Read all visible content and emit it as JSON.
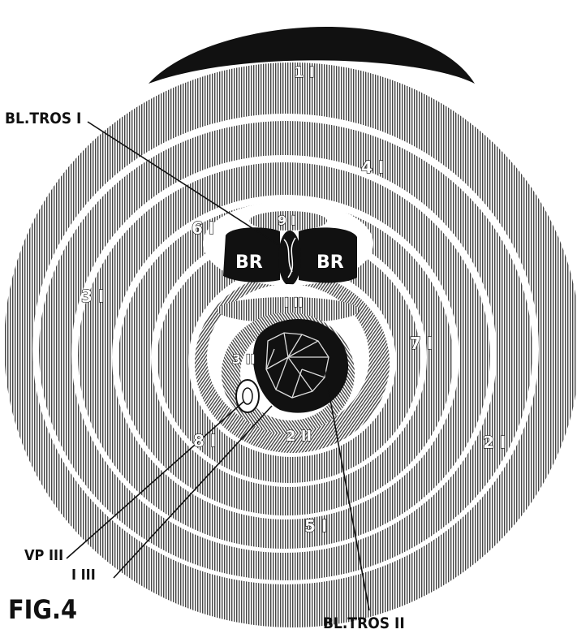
{
  "figure": {
    "caption": "FIG.4",
    "callouts": {
      "bl_tros_1": "BL.TROS I",
      "bl_tros_2": "BL.TROS II",
      "vp_3": "VP III",
      "i_3": "I III"
    },
    "regions": {
      "r1_1": "1 I",
      "r2_1": "2 I",
      "r3_1": "3 I",
      "r4_1": "4 I",
      "r5_1": "5 I",
      "r6_1": "6 I",
      "r7_1": "7 I",
      "r8_1": "8 I",
      "r9_1": "9 I",
      "r1_2": "I II",
      "r2_2": "2 II",
      "r3_2": "3 II",
      "br_left": "BR",
      "br_right": "BR"
    }
  },
  "colors": {
    "ink": "#111111",
    "paper": "#ffffff",
    "stripe": "#555555"
  }
}
